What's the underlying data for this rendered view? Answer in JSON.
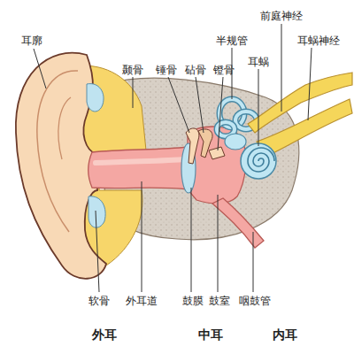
{
  "diagram": {
    "labels": [
      "耳廓",
      "颞骨",
      "锤骨",
      "砧骨",
      "镫骨",
      "半规管",
      "前庭神经",
      "耳蜗神经",
      "耳蜗",
      "软骨",
      "外耳道",
      "鼓膜",
      "鼓室",
      "咽鼓管",
      "外耳",
      "中耳",
      "内耳"
    ]
  }
}
